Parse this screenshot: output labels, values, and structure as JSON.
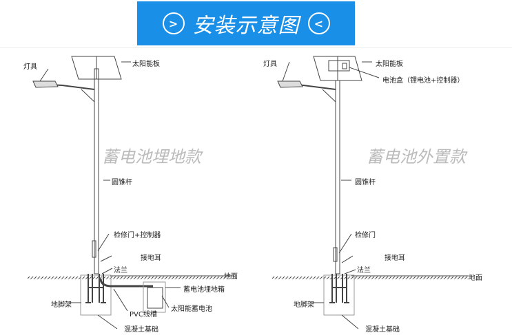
{
  "banner": {
    "title": "安装示意图",
    "left_icon": "chevron-right-circle-icon",
    "right_icon": "chevron-left-circle-icon",
    "color": "#1a8fe8"
  },
  "left": {
    "watermark": "蓄电池埋地款",
    "labels": {
      "lamp": "灯具",
      "panel": "太阳能板",
      "pole": "圆锥杆",
      "door": "检修门+控制器",
      "ground_ear": "接地耳",
      "flange": "法兰",
      "ground": "地面",
      "battery_box": "蓄电池埋地箱",
      "battery": "太阳能蓄电池",
      "pvc": "PVC线槽",
      "anchor": "地脚架",
      "concrete": "混凝土基础"
    }
  },
  "right": {
    "watermark": "蓄电池外置款",
    "labels": {
      "lamp": "灯具",
      "panel": "太阳能板",
      "battery_box": "电池盒（锂电池+控制器）",
      "pole": "圆锥杆",
      "door": "检修门",
      "ground_ear": "接地耳",
      "flange": "法兰",
      "ground": "地面",
      "anchor": "地脚架",
      "concrete": "混凝土基础"
    }
  }
}
